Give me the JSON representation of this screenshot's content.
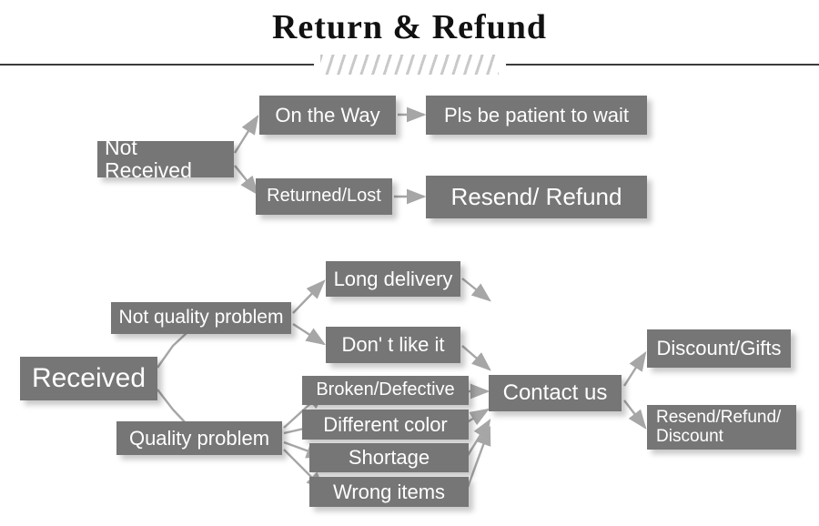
{
  "header": {
    "title": "Return & Refund",
    "divider_icon": "hatch-divider"
  },
  "diagram": {
    "type": "flowchart",
    "node_fill": "#767676",
    "node_text_color": "#ffffff",
    "connector_color": "#a6a6a6",
    "branches": [
      {
        "root": "Not Received",
        "children": [
          {
            "label": "On the Way",
            "result": "Pls be patient to wait"
          },
          {
            "label": "Returned/Lost",
            "result": "Resend/ Refund"
          }
        ]
      },
      {
        "root": "Received",
        "children": [
          {
            "label": "Not quality problem",
            "reasons": [
              "Long delivery",
              "Don'  t like it"
            ]
          },
          {
            "label": "Quality problem",
            "reasons": [
              "Broken/Defective",
              "Different color",
              "Shortage",
              "Wrong items"
            ]
          }
        ],
        "hub": "Contact us",
        "outcomes": [
          "Discount/Gifts",
          "Resend/Refund/\nDiscount"
        ]
      }
    ],
    "nodes": {
      "not_received": "Not Received",
      "on_the_way": "On the Way",
      "returned_lost": "Returned/Lost",
      "pls_be_patient": "Pls be patient to wait",
      "resend_refund": "Resend/ Refund",
      "received": "Received",
      "not_quality_problem": "Not quality problem",
      "quality_problem": "Quality problem",
      "long_delivery": "Long delivery",
      "dont_like_it": "Don'  t like it",
      "broken_defective": "Broken/Defective",
      "different_color": "Different color",
      "shortage": "Shortage",
      "wrong_items": "Wrong items",
      "contact_us": "Contact us",
      "discount_gifts": "Discount/Gifts",
      "resend_refund_discount": "Resend/Refund/\nDiscount"
    }
  }
}
